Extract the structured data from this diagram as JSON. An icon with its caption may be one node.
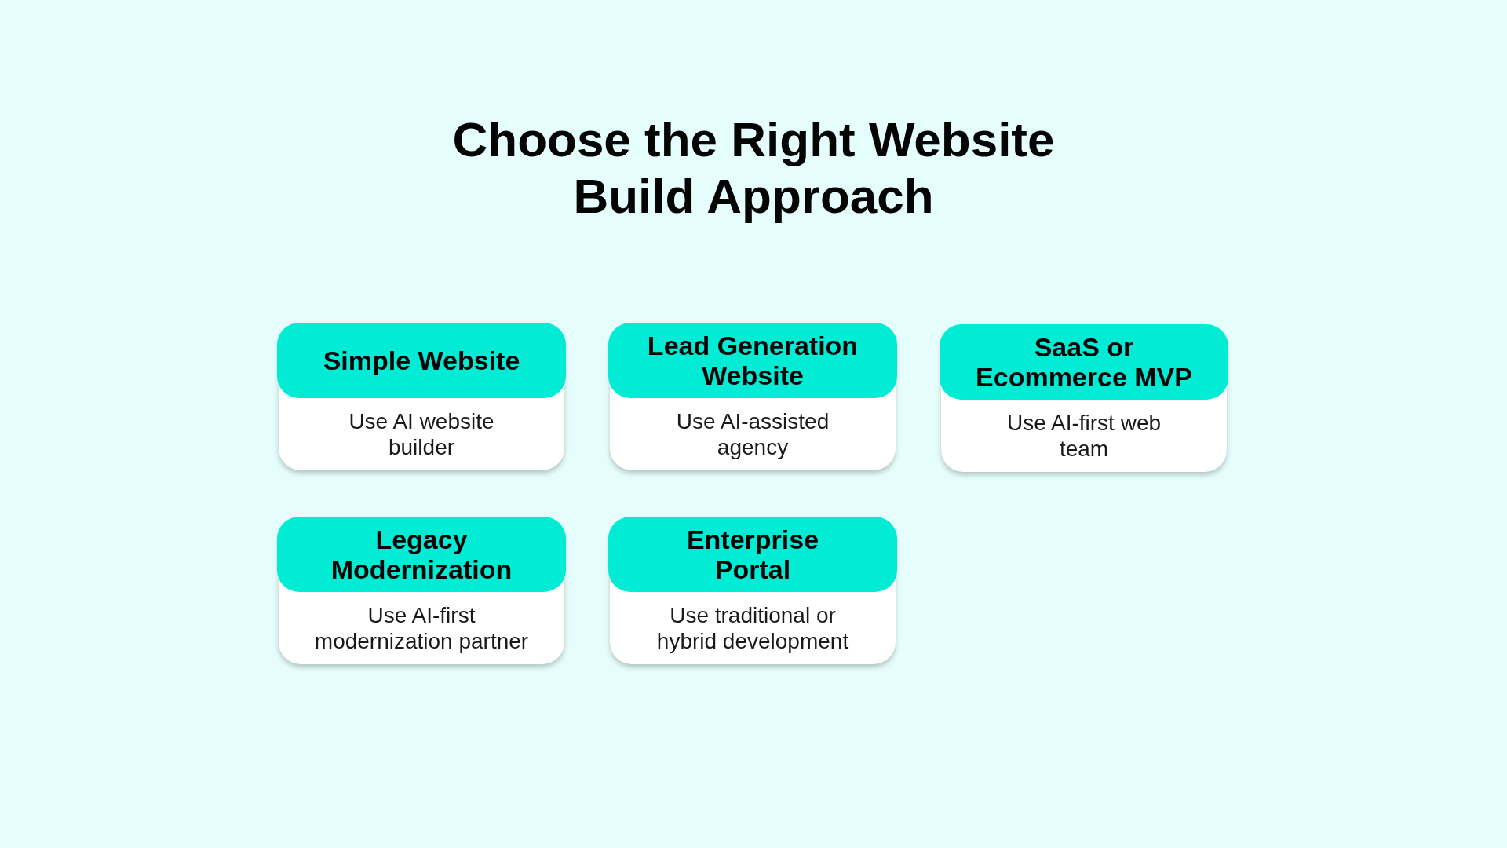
{
  "diagram": {
    "title": "Choose the Right Website Build Approach",
    "nodes": [
      {
        "text": [
          "Simple Website",
          "Use AI website builder"
        ]
      },
      {
        "text": [
          "Lead Generation Website",
          "Use AI-assisted agency"
        ]
      },
      {
        "text": [
          "SaaS or Ecommerce MVP",
          "Use AI-first web team"
        ]
      },
      {
        "text": [
          "Legacy Modernization",
          "Use AI-first modernization partner"
        ]
      },
      {
        "text": [
          "Enterprise Portal",
          "Use traditional or hybrid development"
        ]
      }
    ],
    "edges": []
  }
}
